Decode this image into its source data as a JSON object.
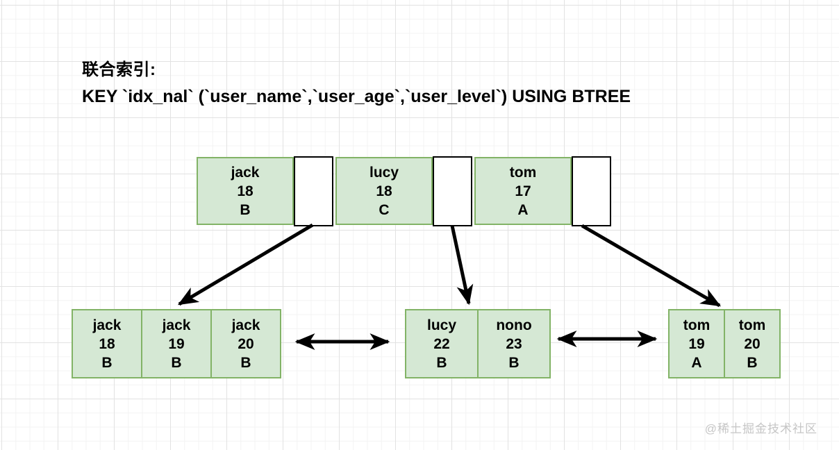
{
  "title": {
    "line1": "联合索引:",
    "line2": "KEY `idx_nal` (`user_name`,`user_age`,`user_level`) USING BTREE"
  },
  "colors": {
    "node_fill": "#d5e8d4",
    "node_border": "#82b366",
    "pointer_box_border": "#000000",
    "arrow": "#000000",
    "text": "#000000",
    "watermark": "#c6c6c6"
  },
  "tree": {
    "internal_nodes": [
      {
        "name": "jack",
        "age": "18",
        "level": "B"
      },
      {
        "name": "lucy",
        "age": "18",
        "level": "C"
      },
      {
        "name": "tom",
        "age": "17",
        "level": "A"
      }
    ],
    "leaf_groups": [
      {
        "entries": [
          {
            "name": "jack",
            "age": "18",
            "level": "B"
          },
          {
            "name": "jack",
            "age": "19",
            "level": "B"
          },
          {
            "name": "jack",
            "age": "20",
            "level": "B"
          }
        ]
      },
      {
        "entries": [
          {
            "name": "lucy",
            "age": "22",
            "level": "B"
          },
          {
            "name": "nono",
            "age": "23",
            "level": "B"
          }
        ]
      },
      {
        "entries": [
          {
            "name": "tom",
            "age": "19",
            "level": "A"
          },
          {
            "name": "tom",
            "age": "20",
            "level": "B"
          }
        ]
      }
    ]
  },
  "watermark": "@稀土掘金技术社区"
}
